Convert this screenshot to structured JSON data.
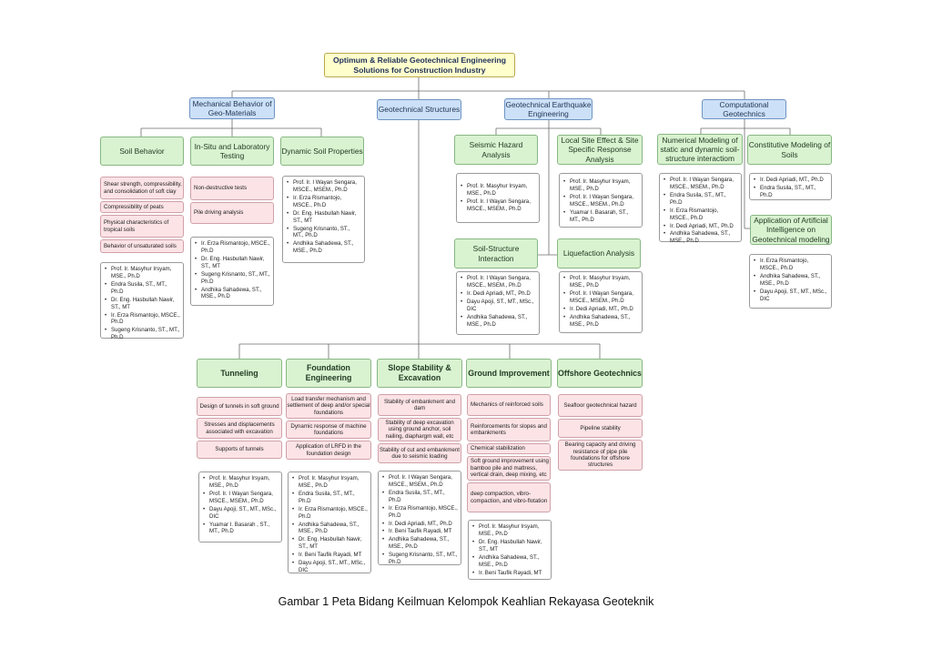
{
  "root": {
    "title_line1": "Optimum & Reliable Geotechnical Engineering",
    "title_line2": "Solutions for Construction Industry"
  },
  "top_categories": {
    "mechanical": "Mechanical Behavior of Geo-Materials",
    "structures": "Geotechnical Structures",
    "earthquake": "Geotechnical Earthquake Engineering",
    "computational": "Computational Geotechnics"
  },
  "mechanical": {
    "soil_behavior": {
      "title": "Soil Behavior",
      "topics": [
        "Shear strength, compressibility, and consolidation of soft clay",
        "Compressibility of peats",
        "Physical characteristics of tropical soils",
        "Behavior of unsaturated soils"
      ],
      "people": [
        "Prof. Ir. Masyhur Irsyam, MSE., Ph.D",
        "Endra Susila, ST., MT., Ph.D",
        "Dr. Eng. Hasbullah Nawir, ST., MT",
        "Ir. Erza Rismantojo, MSCE., Ph.D",
        "Sugeng Krisnanto, ST., MT., Ph.D"
      ]
    },
    "insitu": {
      "title": "In-Situ and Laboratory Testing",
      "topics": [
        "Non-destructive tests",
        "Pile driving analysis"
      ],
      "people": [
        "Ir. Erza Rismantojo, MSCE., Ph.D",
        "Dr. Eng. Hasbullah Nawir, ST., MT",
        "Sugeng Krisnanto, ST., MT., Ph.D",
        "Andhika Sahadewa, ST., MSE., Ph.D"
      ]
    },
    "dynamic": {
      "title": "Dynamic Soil Properties",
      "people": [
        "Prof. Ir. I Wayan Sengara, MSCE., MSEM., Ph.D",
        "Ir. Erza Rismantojo, MSCE., Ph.D",
        "Dr. Eng. Hasbullah Nawir, ST., MT",
        "Sugeng Krisnanto, ST., MT., Ph.D",
        "Andhika Sahadewa, ST., MSE., Ph.D"
      ]
    }
  },
  "earthquake": {
    "seismic": {
      "title": "Seismic Hazard Analysis",
      "people": [
        "Prof. Ir. Masyhur Irsyam, MSE., Ph.D",
        "Prof. Ir. I Wayan Sengara, MSCE., MSEM., Ph.D"
      ]
    },
    "local_site": {
      "title": "Local Site Effect & Site Specific Response Analysis",
      "people": [
        "Prof. Ir. Masyhur Irsyam, MSE., Ph.D",
        "Prof. Ir. I Wayan Sengara, MSCE., MSEM., Ph.D",
        "Yuamar I. Basarah, ST., MT., Ph.D"
      ]
    },
    "ssi": {
      "title": "Soil-Structure Interaction",
      "people": [
        "Prof. Ir. I Wayan Sengara, MSCE., MSEM., Ph.D",
        "Ir. Dedi Apriadi, MT., Ph.D",
        "Dayu Apoji, ST., MT., MSc., DIC",
        "Andhika Sahadewa, ST., MSE., Ph.D"
      ]
    },
    "liquefaction": {
      "title": "Liquefaction Analysis",
      "people": [
        "Prof. Ir. Masyhur Irsyam, MSE., Ph.D",
        "Prof. Ir. I Wayan Sengara, MSCE., MSEM., Ph.D",
        "Ir. Dedi Apriadi, MT., Ph.D",
        "Andhika Sahadewa, ST., MSE., Ph.D"
      ]
    }
  },
  "computational": {
    "numerical": {
      "title": "Numerical Modeling of static and dynamic soil-structure interactiom",
      "people": [
        "Prof. Ir. I Wayan Sengara, MSCE., MSEM., Ph.D",
        "Endra Susila, ST., MT., Ph.D",
        "Ir. Erza Rismantojo, MSCE., Ph.D",
        "Ir. Dedi Apriadi, MT., Ph.D",
        "Andhika Sahadewa, ST., MSE., Ph.D"
      ]
    },
    "constitutive": {
      "title": "Constitutive Modeling of Soils",
      "people": [
        "Ir. Dedi Apriadi, MT., Ph.D",
        "Endra Susila, ST., MT., Ph.D"
      ]
    },
    "ai": {
      "title": "Application of Artificial Intelligence on Geotechnical modeling",
      "people": [
        "Ir. Erza Rismantojo, MSCE., Ph.D",
        "Andhika Sahadewa, ST., MSE., Ph.D",
        "Dayu Apoji, ST., MT., MSc., DIC"
      ]
    }
  },
  "structures": {
    "tunneling": {
      "title": "Tunneling",
      "topics": [
        "Design of tunnels in soft ground",
        "Stresses and displacements associated with excavation",
        "Supports of tunnels"
      ],
      "people": [
        "Prof. Ir. Masyhur Irsyam, MSE., Ph.D",
        "Prof. Ir. I Wayan Sengara, MSCE., MSEM., Ph.D",
        "Dayu Apoji, ST., MT., MSc., DIC",
        "Yuamar I. Basarah , ST., MT., Ph.D"
      ]
    },
    "foundation": {
      "title": "Foundation Engineering",
      "topics": [
        "Load transfer mechanism and settlement of deep and/or special foundations",
        "Dynamic response of machine foundations",
        "Application of LRFD in the foundation design"
      ],
      "people": [
        "Prof. Ir. Masyhur Irsyam, MSE., Ph.D",
        "Endra Susila, ST., MT., Ph.D",
        "Ir. Erza Rismantojo, MSCE., Ph.D",
        "Andhika Sahadewa, ST., MSE., Ph.D",
        "Dr. Eng. Hasbullah Nawir, ST., MT",
        "Ir. Beni Taufik Rayadi, MT",
        "Dayu Apoji, ST., MT., MSc., DIC"
      ]
    },
    "slope": {
      "title": "Slope Stability & Excavation",
      "topics": [
        "Stability of embankment and dam",
        "Stability of deep excavation using ground anchor, soil nailing, diaphargm wall, etc",
        "Stability of cut and embankment due to seismic loading"
      ],
      "people": [
        "Prof. Ir. I Wayan Sengara, MSCE., MSEM., Ph.D",
        "Endra Susila, ST., MT., Ph.D",
        "Ir. Erza Rismantojo, MSCE., Ph.D",
        "Ir. Dedi Apriadi, MT., Ph.D",
        "Ir. Beni Taufik Rayadi, MT",
        "Andhika Sahadewa, ST., MSE., Ph.D",
        "Sugeng Krisnanto, ST., MT., Ph.D"
      ]
    },
    "ground": {
      "title": "Ground Improvement",
      "topics": [
        "Mechanics of reinforced soils",
        "Reinforcements for slopes and embankments",
        "Chemical stabilization",
        "Soft ground improvement using bamboo pile and mattress, vertical drain, deep mixing, etc",
        "deep compaction, vibro-compaction, and vibro-flotation"
      ],
      "people": [
        "Prof. Ir. Masyhur Irsyam, MSE., Ph.D",
        "Dr. Eng. Hasbullah Nawir, ST., MT",
        "Andhika Sahadewa, ST., MSE., Ph.D",
        "Ir. Beni Taufik Rayadi, MT"
      ]
    },
    "offshore": {
      "title": "Offshore Geotechnics",
      "topics": [
        "Seafloor geotechnical hazard",
        "Pipeline stability",
        "Bearing capacity and driving resistance of pipe pile foundations for offshore structures"
      ]
    }
  },
  "caption": "Gambar 1 Peta Bidang Keilmuan Kelompok Keahlian Rekayasa Geoteknik",
  "colors": {
    "root": "#ffffcc",
    "category": "#cce0f7",
    "subarea": "#d9f2d0",
    "topic": "#fbe3e6",
    "line": "#6b6b6b"
  }
}
